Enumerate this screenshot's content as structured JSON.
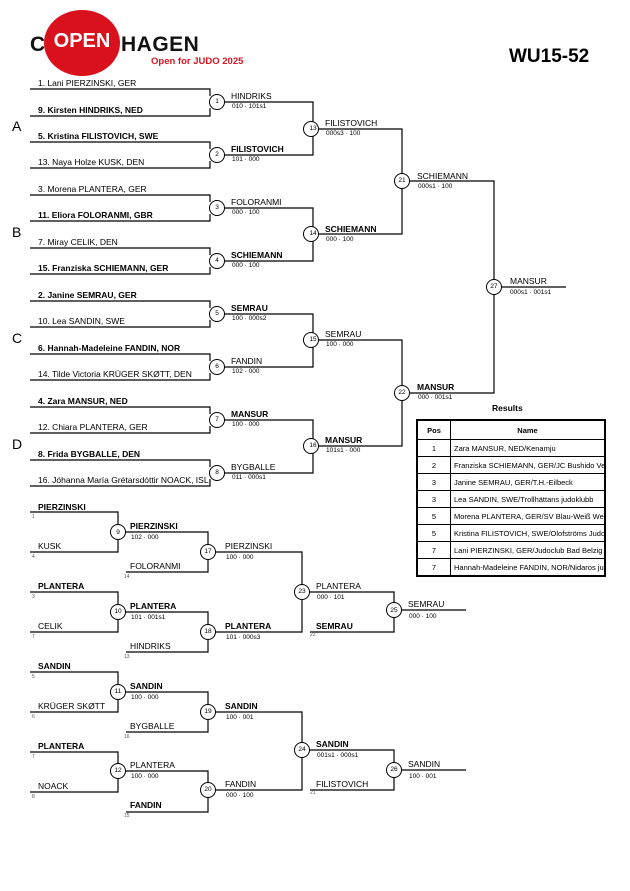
{
  "header": {
    "logo_left": "C",
    "logo_badge": "OPEN",
    "logo_right": "HAGEN",
    "logo_subtitle": "Open for JUDO 2025",
    "category": "WU15-52",
    "brand_color": "#d8111c"
  },
  "pools": [
    "A",
    "B",
    "C",
    "D"
  ],
  "entries": [
    "1. Lani PIERZINSKI, GER",
    "9. Kirsten HINDRIKS, NED",
    "5. Kristina FILISTOVICH, SWE",
    "13. Naya Holze KUSK, DEN",
    "3. Morena PLANTERA, GER",
    "11. Eliora FOLORANMI, GBR",
    "7. Miray CELIK, DEN",
    "15. Franziska SCHIEMANN, GER",
    "2. Janine SEMRAU, GER",
    "10. Lea SANDIN, SWE",
    "6. Hannah-Madeleine FANDIN, NOR",
    "14. Tilde Victoria KRÜGER SKØTT, DEN",
    "4. Zara MANSUR, NED",
    "12. Chiara PLANTERA, GER",
    "8. Frida BYGBALLE, DEN",
    "16. Jóhanna María Grétarsdóttir NOACK, ISL"
  ],
  "main_matches": [
    {
      "num": "1",
      "top": "HINDRIKS",
      "bottom": "",
      "score": "010 · 101s1"
    },
    {
      "num": "2",
      "top": "FILISTOVICH",
      "bottom": "",
      "score": "101 · 000"
    },
    {
      "num": "3",
      "top": "FOLORANMI",
      "bottom": "",
      "score": "000 · 100"
    },
    {
      "num": "4",
      "top": "SCHIEMANN",
      "bottom": "",
      "score": "000 · 100"
    },
    {
      "num": "5",
      "top": "SEMRAU",
      "bottom": "",
      "score": "100 · 000s2"
    },
    {
      "num": "6",
      "top": "FANDIN",
      "bottom": "",
      "score": "102 · 000"
    },
    {
      "num": "7",
      "top": "MANSUR",
      "bottom": "",
      "score": "100 · 000"
    },
    {
      "num": "8",
      "top": "BYGBALLE",
      "bottom": "",
      "score": "011 · 000s1"
    },
    {
      "num": "13",
      "top": "FILISTOVICH",
      "bottom": "",
      "score": "000s3 · 100"
    },
    {
      "num": "14",
      "top": "SCHIEMANN",
      "bottom": "",
      "score": "000 · 100"
    },
    {
      "num": "15",
      "top": "SEMRAU",
      "bottom": "",
      "score": "100 · 000"
    },
    {
      "num": "16",
      "top": "MANSUR",
      "bottom": "",
      "score": "101s1 · 000"
    },
    {
      "num": "21",
      "top": "SCHIEMANN",
      "bottom": "",
      "score": "000s1 · 100"
    },
    {
      "num": "22",
      "top": "MANSUR",
      "bottom": "",
      "score": "000 · 001s1"
    },
    {
      "num": "27",
      "top": "MANSUR",
      "bottom": "",
      "score": "000s1 · 001s1"
    }
  ],
  "repechage": {
    "seeds": [
      {
        "top": "PIERZINSKI",
        "top_tag": "1",
        "bottom": "KUSK",
        "bottom_tag": "4"
      },
      {
        "top": "PLANTERA",
        "top_tag": "3",
        "bottom": "CELIK",
        "bottom_tag": "7"
      },
      {
        "top": "SANDIN",
        "top_tag": "5",
        "bottom": "KRÜGER SKØTT",
        "bottom_tag": "6"
      },
      {
        "top": "PLANTERA",
        "top_tag": "7",
        "bottom": "NOACK",
        "bottom_tag": "8"
      }
    ],
    "matches": [
      {
        "num": "9",
        "name": "PIERZINSKI",
        "score": "102 · 000",
        "other": "FOLORANMI",
        "other_tag": "14"
      },
      {
        "num": "10",
        "name": "PLANTERA",
        "score": "101 · 001s1",
        "other": "HINDRIKS",
        "other_tag": "13"
      },
      {
        "num": "11",
        "name": "SANDIN",
        "score": "100 · 000",
        "other": "BYGBALLE",
        "other_tag": "16"
      },
      {
        "num": "12",
        "name": "PLANTERA",
        "score": "100 · 000",
        "other": "FANDIN",
        "other_tag": "15"
      },
      {
        "num": "17",
        "name": "PIERZINSKI",
        "score": "100 · 000"
      },
      {
        "num": "18",
        "name": "PLANTERA",
        "score": "101 · 000s3"
      },
      {
        "num": "19",
        "name": "SANDIN",
        "score": "100 · 001"
      },
      {
        "num": "20",
        "name": "FANDIN",
        "score": "000 · 100"
      },
      {
        "num": "23",
        "name": "PLANTERA",
        "score": "000 · 101",
        "other": "SEMRAU",
        "other_tag": "22"
      },
      {
        "num": "24",
        "name": "SANDIN",
        "score": "001s1 · 000s1",
        "other": "FILISTOVICH",
        "other_tag": "21"
      },
      {
        "num": "25",
        "name": "SEMRAU",
        "score": "000 · 100"
      },
      {
        "num": "26",
        "name": "SANDIN",
        "score": "100 · 001"
      }
    ]
  },
  "results": {
    "title": "Results",
    "col_pos": "Pos",
    "col_name": "Name",
    "rows": [
      {
        "pos": "1",
        "name": "Zara MANSUR, NED/Kenamju"
      },
      {
        "pos": "2",
        "name": "Franziska SCHIEMANN, GER/JC Bushido Vell"
      },
      {
        "pos": "3",
        "name": "Janine SEMRAU, GER/T.H.-Eilbeck"
      },
      {
        "pos": "3",
        "name": "Lea SANDIN, SWE/Trollhättans judoklubb"
      },
      {
        "pos": "5",
        "name": "Morena PLANTERA, GER/SV Blau-Weiß Weil"
      },
      {
        "pos": "5",
        "name": "Kristina FILISTOVICH, SWE/Olofströms Judok"
      },
      {
        "pos": "7",
        "name": "Lani PIERZINSKI, GER/Judoclub Bad Belzig S"
      },
      {
        "pos": "7",
        "name": "Hannah-Madeleine FANDIN, NOR/Nidaros jud"
      }
    ]
  }
}
